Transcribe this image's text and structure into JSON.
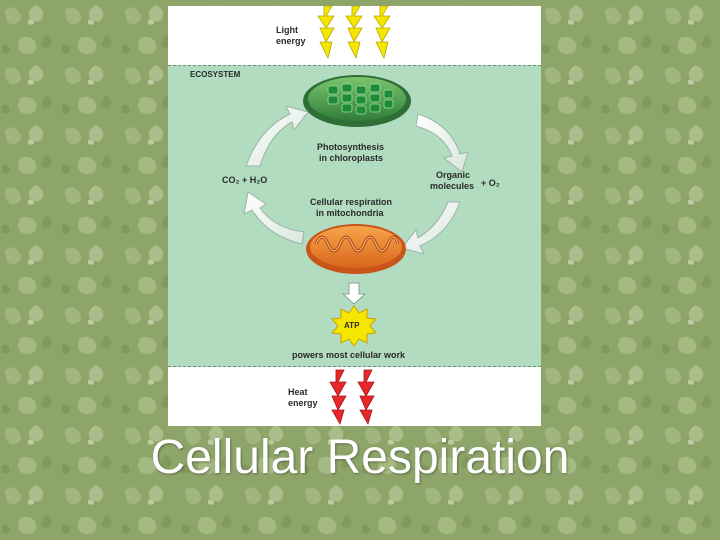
{
  "colors": {
    "background": "#8ea56a",
    "ecosystem_panel": "#b2dcc0",
    "light_arrow": "#f5e600",
    "heat_arrow": "#e8262b",
    "chloroplast": "#3e9a4a",
    "mitochondrion": "#f08a2a"
  },
  "diagram": {
    "light_energy_line1": "Light",
    "light_energy_line2": "energy",
    "ecosystem_label": "ECOSYSTEM",
    "photosynthesis_line1": "Photosynthesis",
    "photosynthesis_line2": "in chloroplasts",
    "co2_h2o": "CO₂ + H₂O",
    "organic_line1": "Organic",
    "organic_line2": "molecules",
    "o2": "+ O₂",
    "respiration_line1": "Cellular respiration",
    "respiration_line2": "in mitochondria",
    "atp": "ATP",
    "powers": "powers most cellular work",
    "heat_line1": "Heat",
    "heat_line2": "energy"
  },
  "slide": {
    "title": "Cellular Respiration"
  }
}
